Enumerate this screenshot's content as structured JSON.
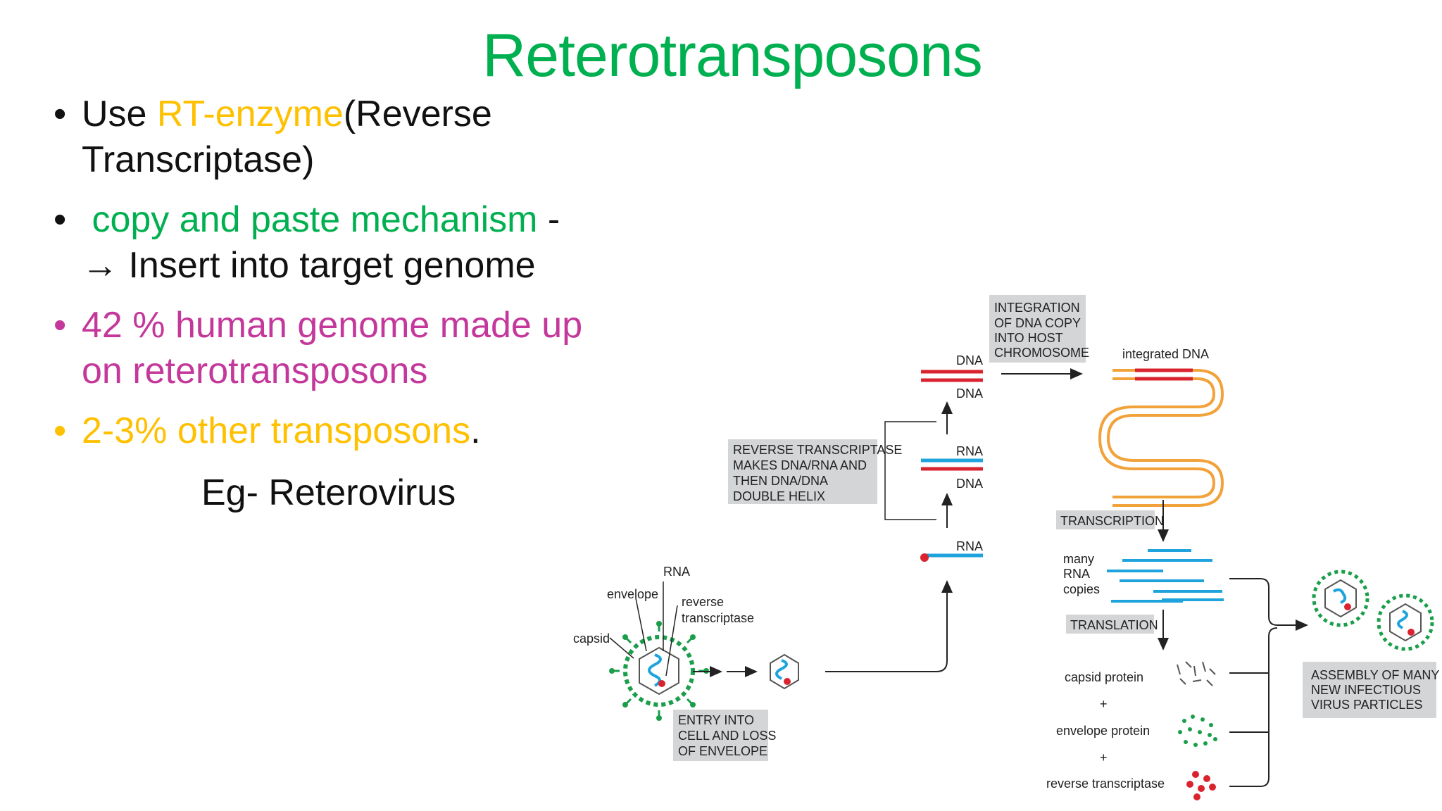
{
  "title": "Reterotransposons",
  "bullets": {
    "b1": {
      "pre": "Use ",
      "rt": "RT-enzyme",
      "post": "(Reverse Transcriptase)"
    },
    "b2": {
      "mech": "copy and paste mechanism",
      "dash": " -",
      "arrow": "→",
      "insert": " Insert into target genome"
    },
    "b3": "42 % human genome made up on reterotransposons",
    "b4": {
      "pct": "2-3% other transposons",
      "period": "."
    },
    "eg": "Eg- Reterovirus"
  },
  "diagram": {
    "virus_labels": {
      "rna": "RNA",
      "envelope": "envelope",
      "rt_line1": "reverse",
      "rt_line2": "transcriptase",
      "capsid": "capsid"
    },
    "entry_box": [
      "ENTRY INTO",
      "CELL AND LOSS",
      "OF ENVELOPE"
    ],
    "rt_box": [
      "REVERSE TRANSCRIPTASE",
      "MAKES DNA/RNA AND",
      "THEN DNA/DNA",
      "DOUBLE HELIX"
    ],
    "strand_labels": {
      "dna_top1": "DNA",
      "dna_top2": "DNA",
      "rna_mid": "RNA",
      "dna_mid": "DNA",
      "rna_bottom": "RNA"
    },
    "integration_box": [
      "INTEGRATION",
      "OF DNA COPY",
      "INTO HOST",
      "CHROMOSOME"
    ],
    "integrated_dna": "integrated DNA",
    "transcription": "TRANSCRIPTION",
    "many_rna": [
      "many",
      "RNA",
      "copies"
    ],
    "translation": "TRANSLATION",
    "proteins": {
      "capsid": "capsid protein",
      "plus1": "+",
      "envelope": "envelope protein",
      "plus2": "+",
      "rt": "reverse transcriptase"
    },
    "assembly_box": [
      "ASSEMBLY OF MANY",
      "NEW INFECTIOUS",
      "VIRUS PARTICLES"
    ]
  },
  "colors": {
    "title": "#00b050",
    "rt_enzyme": "#ffc000",
    "mechanism": "#00b050",
    "percent": "#c4389b",
    "other": "#ffc000",
    "dna": "#d9242f",
    "rna": "#1ea3dc",
    "integrated": "#f2a23a",
    "envelope_green": "#1a9e4a"
  }
}
